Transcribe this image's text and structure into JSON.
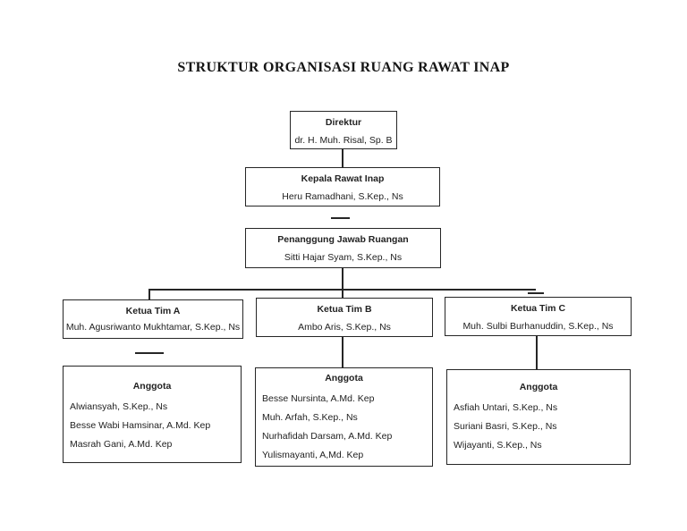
{
  "page": {
    "title": "STRUKTUR ORGANISASI RUANG RAWAT INAP",
    "background_color": "#ffffff",
    "ink_color": "#262626"
  },
  "org": {
    "direktur": {
      "title": "Direktur",
      "name": "dr. H. Muh. Risal, Sp. B"
    },
    "kepala": {
      "title": "Kepala Rawat Inap",
      "name": "Heru Ramadhani, S.Kep., Ns"
    },
    "penanggung": {
      "title": "Penanggung Jawab Ruangan",
      "name": "Sitti Hajar Syam, S.Kep., Ns"
    },
    "ketua_a": {
      "title": "Ketua Tim A",
      "name": "Muh. Agusriwanto Mukhtamar, S.Kep., Ns"
    },
    "ketua_b": {
      "title": "Ketua Tim B",
      "name": "Ambo Aris, S.Kep., Ns"
    },
    "ketua_c": {
      "title": "Ketua Tim C",
      "name": "Muh. Sulbi Burhanuddin, S.Kep., Ns"
    },
    "anggota_a": {
      "title": "Anggota",
      "members": [
        "Alwiansyah, S.Kep., Ns",
        "Besse Wabi Hamsinar, A.Md. Kep",
        "Masrah Gani, A.Md. Kep"
      ]
    },
    "anggota_b": {
      "title": "Anggota",
      "members": [
        "Besse Nursinta, A.Md. Kep",
        "Muh. Arfah, S.Kep., Ns",
        "Nurhafidah Darsam, A.Md. Kep",
        "Yulismayanti, A,Md. Kep"
      ]
    },
    "anggota_c": {
      "title": "Anggota",
      "members": [
        "Asfiah Untari, S.Kep., Ns",
        "Suriani Basri, S.Kep., Ns",
        "Wijayanti, S.Kep., Ns"
      ]
    }
  }
}
